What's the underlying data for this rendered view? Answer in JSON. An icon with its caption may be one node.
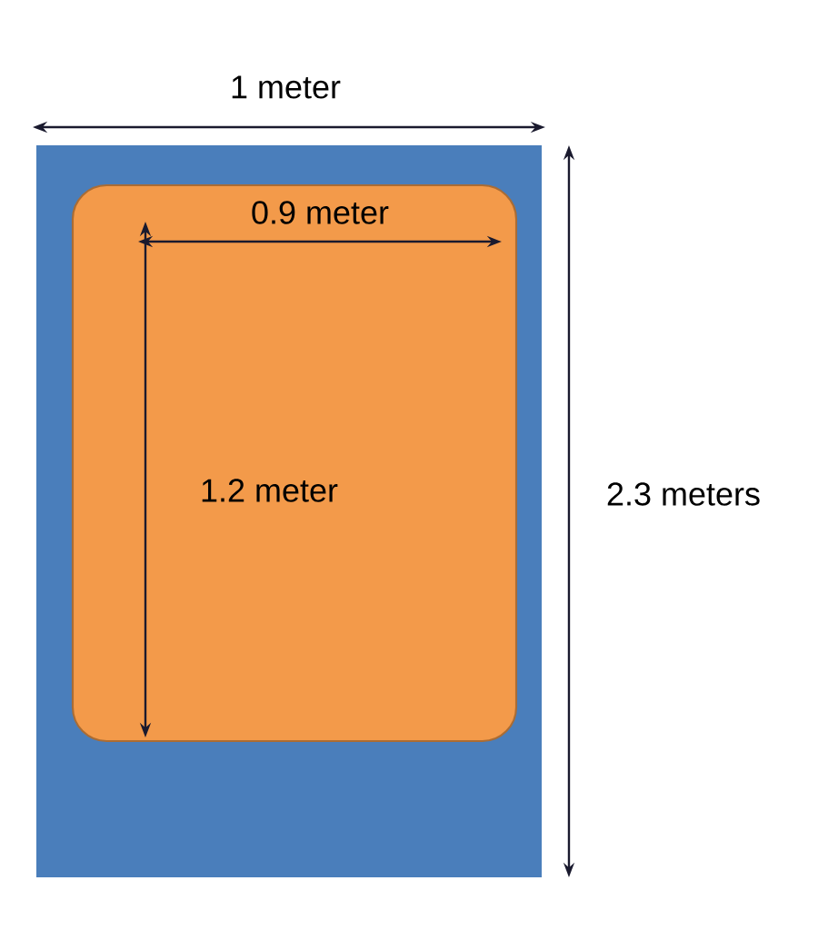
{
  "diagram": {
    "nodes": [
      {
        "text": [],
        "shape": "box"
      },
      {
        "text": [],
        "shape": "box",
        "in": 0
      }
    ],
    "labels": [
      "1 meter",
      "0.9 meter",
      "1.2 meter",
      "2.3 meters"
    ]
  }
}
